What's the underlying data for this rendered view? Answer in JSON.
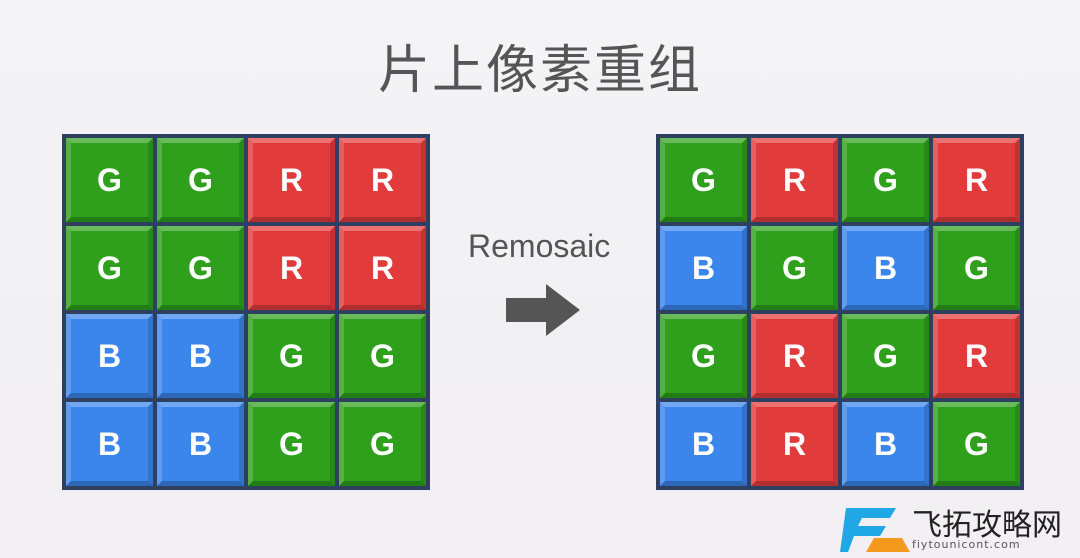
{
  "title": "片上像素重组",
  "arrow_label": "Remosaic",
  "left_grid": [
    [
      "G",
      "G",
      "R",
      "R"
    ],
    [
      "G",
      "G",
      "R",
      "R"
    ],
    [
      "B",
      "B",
      "G",
      "G"
    ],
    [
      "B",
      "B",
      "G",
      "G"
    ]
  ],
  "right_grid": [
    [
      "G",
      "R",
      "G",
      "R"
    ],
    [
      "B",
      "G",
      "B",
      "G"
    ],
    [
      "G",
      "R",
      "G",
      "R"
    ],
    [
      "B",
      "R",
      "B",
      "G"
    ]
  ],
  "colors": {
    "G": "#2ea01c",
    "R": "#e23b3b",
    "B": "#3a86ec",
    "frame": "#2e3f5f"
  },
  "watermark": {
    "name": "飞拓攻略网",
    "url": "fiytounicont.com"
  }
}
